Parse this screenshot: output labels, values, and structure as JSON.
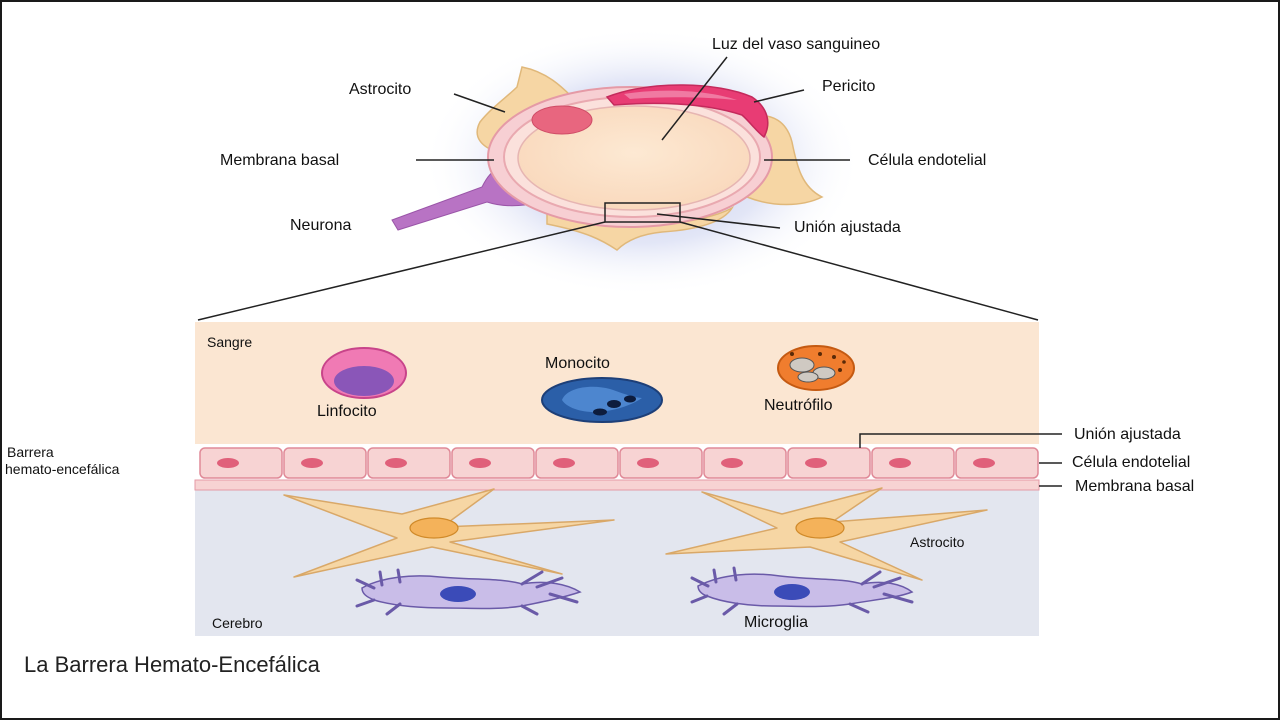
{
  "title": "La Barrera Hemato-Encefálica",
  "top_diagram": {
    "labels": {
      "lumen": "Luz del vaso sanguineo",
      "astrocyte": "Astrocito",
      "pericyte": "Pericito",
      "basal_membrane": "Membrana basal",
      "endothelial_cell": "Célula endotelial",
      "neuron": "Neurona",
      "tight_junction": "Unión ajustada"
    }
  },
  "detail_diagram": {
    "regions": {
      "blood": "Sangre",
      "brain": "Cerebro"
    },
    "cells": {
      "lymphocyte": "Linfocito",
      "monocyte": "Monocito",
      "neutrophil": "Neutrófilo",
      "astrocyte": "Astrocito",
      "microglia": "Microglia"
    },
    "barrier_label_line1": "Barrera",
    "barrier_label_line2": "hemato-encefálica",
    "right_labels": {
      "tight_junction": "Unión ajustada",
      "endothelial_cell": "Célula endotelial",
      "basal_membrane": "Membrana basal"
    }
  },
  "colors": {
    "blood_region": "#fbe6d2",
    "brain_region": "#e3e6ef",
    "endothelial": "#f7d3d3",
    "endothelial_nucleus": "#e0607a",
    "astrocyte": "#f6d6a4",
    "pericyte": "#e83c74",
    "neuron": "#b873c4",
    "microglia": "#c9bde8"
  }
}
